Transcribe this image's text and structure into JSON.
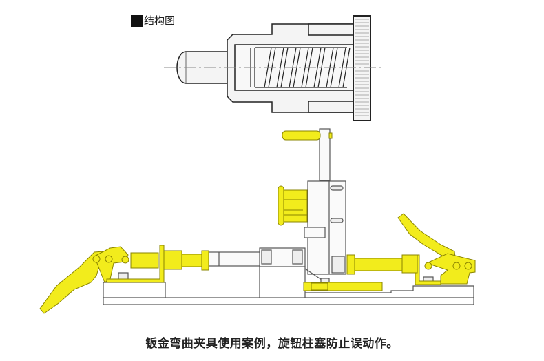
{
  "legend": {
    "label": "结构图",
    "icon": "black-square"
  },
  "caption": "钣金弯曲夹具使用案例，旋钮柱塞防止误动作。",
  "colors": {
    "part_yellow": "#f2ec1c",
    "part_yellow_dark": "#c9c200",
    "line": "#222222",
    "fill_light": "#f4f4f4",
    "centerline": "#888888"
  }
}
